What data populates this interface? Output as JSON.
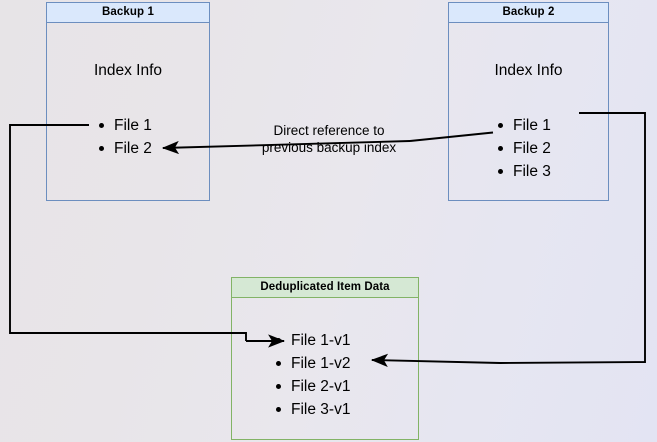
{
  "diagram": {
    "title_caption": {
      "line1": "Direct reference to",
      "line2": "previous backup index"
    },
    "nodes": [
      {
        "id": "backup-1",
        "header": "Backup 1",
        "body_title": "Index Info",
        "items": [
          "File 1",
          "File 2"
        ],
        "accent": "#6c8ebf",
        "header_fill": "#dae8fc"
      },
      {
        "id": "backup-2",
        "header": "Backup 2",
        "body_title": "Index Info",
        "items": [
          "File 1",
          "File 2",
          "File 3"
        ],
        "accent": "#6c8ebf",
        "header_fill": "#dae8fc"
      },
      {
        "id": "deduplicated-item-data",
        "header": "Deduplicated Item Data",
        "body_title": "",
        "items": [
          "File 1-v1",
          "File 1-v2",
          "File 2-v1",
          "File 3-v1"
        ],
        "accent": "#82b366",
        "header_fill": "#d5e8d4"
      }
    ],
    "edges": [
      {
        "id": "backup2-index-to-backup1-index",
        "label": "Direct reference to previous backup index",
        "arrow": "left"
      },
      {
        "id": "backup1-file1-to-dedup-file1v1",
        "label": "",
        "arrow": "right"
      },
      {
        "id": "backup2-file1-to-dedup-file1v2",
        "label": "",
        "arrow": "left"
      }
    ],
    "colors": {
      "line": "#000000",
      "blue_border": "#6c8ebf",
      "blue_fill": "#dae8fc",
      "green_border": "#82b366",
      "green_fill": "#d5e8d4",
      "text": "#000000"
    }
  }
}
